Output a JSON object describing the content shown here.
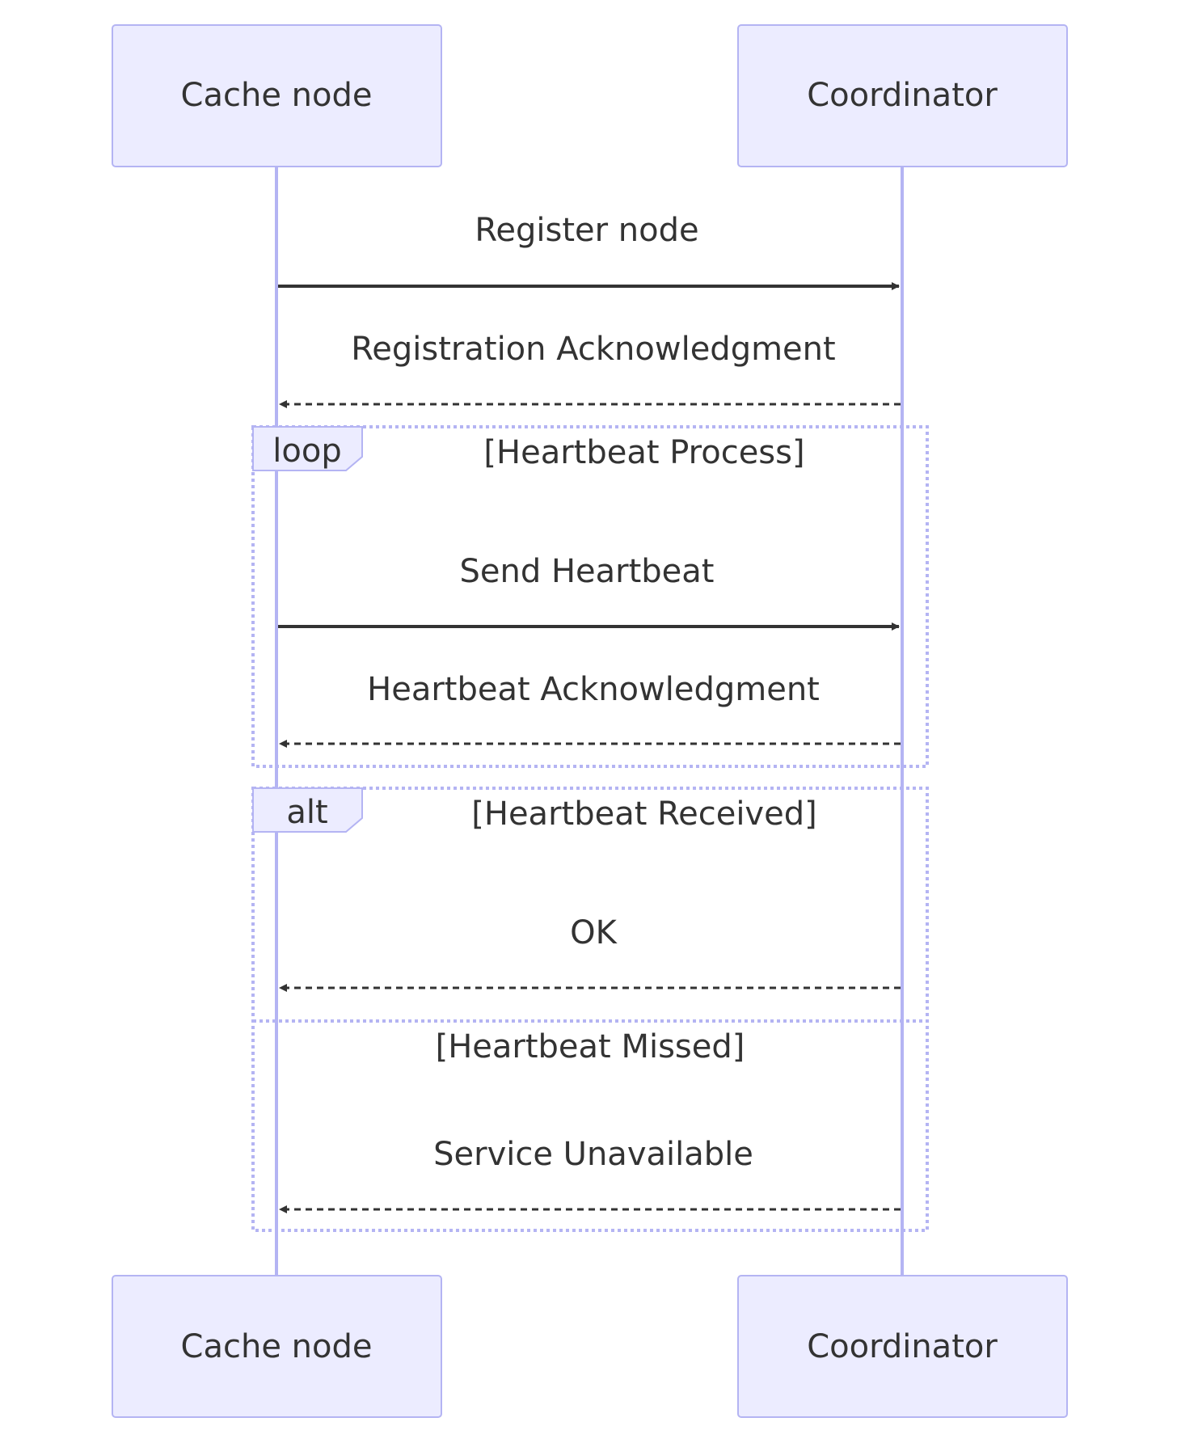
{
  "diagram": {
    "type": "sequence",
    "colors": {
      "participant_fill": "#ECECFF",
      "participant_stroke": "#9370DB",
      "lifeline": "#B4B4F3",
      "arrow": "#333333",
      "text": "#333333",
      "fragment_stroke": "#B4B4F3",
      "fragment_label_fill": "#ECECFF",
      "background": "#FFFFFF"
    },
    "participants": [
      {
        "id": "cache",
        "label": "Cache node"
      },
      {
        "id": "coord",
        "label": "Coordinator"
      }
    ],
    "messages": [
      {
        "from": "cache",
        "to": "coord",
        "label": "Register node",
        "style": "solid"
      },
      {
        "from": "coord",
        "to": "cache",
        "label": "Registration Acknowledgment",
        "style": "dashed"
      },
      {
        "from": "cache",
        "to": "coord",
        "label": "Send Heartbeat",
        "style": "solid"
      },
      {
        "from": "coord",
        "to": "cache",
        "label": "Heartbeat Acknowledgment",
        "style": "dashed"
      },
      {
        "from": "coord",
        "to": "cache",
        "label": "OK",
        "style": "dashed"
      },
      {
        "from": "coord",
        "to": "cache",
        "label": "Service Unavailable",
        "style": "dashed"
      }
    ],
    "fragments": [
      {
        "kind": "loop",
        "condition": "[Heartbeat Process]"
      },
      {
        "kind": "alt",
        "condition": "[Heartbeat Received]",
        "else_condition": "[Heartbeat Missed]"
      }
    ]
  }
}
